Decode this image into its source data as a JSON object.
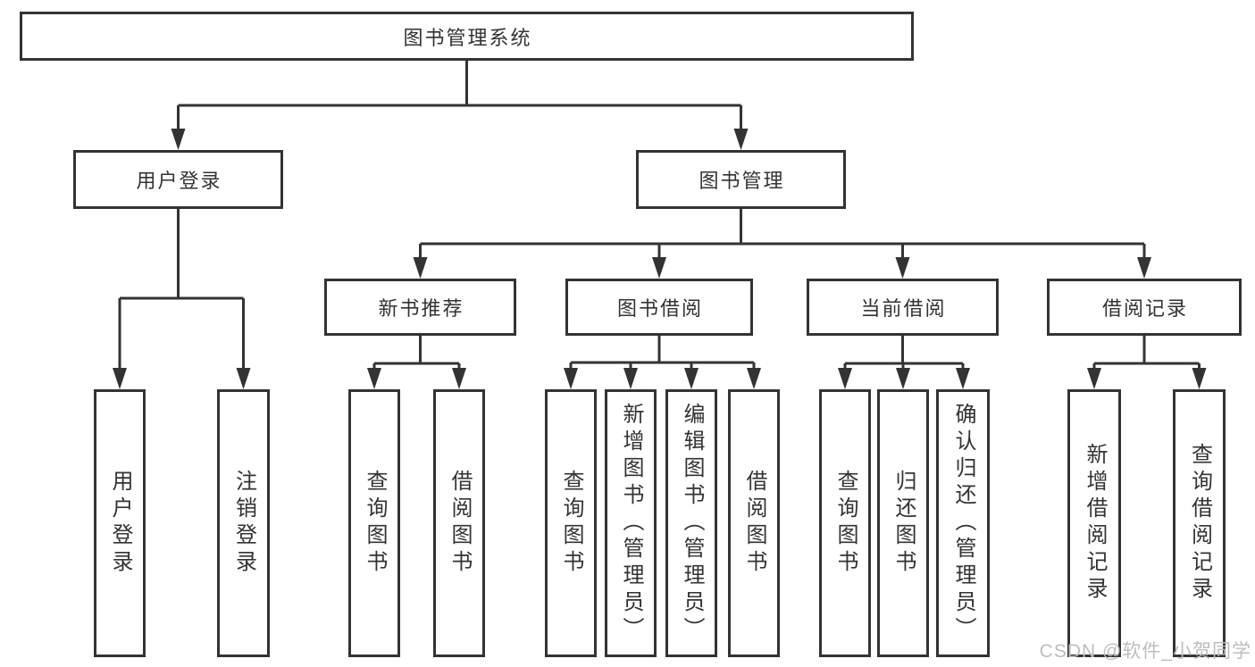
{
  "diagram": {
    "root": {
      "label": "图书管理系统",
      "children": [
        {
          "label": "用户登录",
          "children": [
            {
              "label": "用户登录"
            },
            {
              "label": "注销登录"
            }
          ]
        },
        {
          "label": "图书管理",
          "children": [
            {
              "label": "新书推荐",
              "children": [
                {
                  "label": "查询图书"
                },
                {
                  "label": "借阅图书"
                }
              ]
            },
            {
              "label": "图书借阅",
              "children": [
                {
                  "label": "查询图书"
                },
                {
                  "label": "新增图书（管理员）"
                },
                {
                  "label": "编辑图书（管理员）"
                },
                {
                  "label": "借阅图书"
                }
              ]
            },
            {
              "label": "当前借阅",
              "children": [
                {
                  "label": "查询图书"
                },
                {
                  "label": "归还图书"
                },
                {
                  "label": "确认归还（管理员）"
                }
              ]
            },
            {
              "label": "借阅记录",
              "children": [
                {
                  "label": "新增借阅记录"
                },
                {
                  "label": "查询借阅记录"
                }
              ]
            }
          ]
        }
      ]
    }
  },
  "watermark": {
    "text": "CSDN @软件_小贺同学"
  },
  "colors": {
    "line": "#333333",
    "text": "#333333",
    "background": "#ffffff",
    "box_fill": "#ffffff",
    "watermark": "#bdbdbd"
  }
}
